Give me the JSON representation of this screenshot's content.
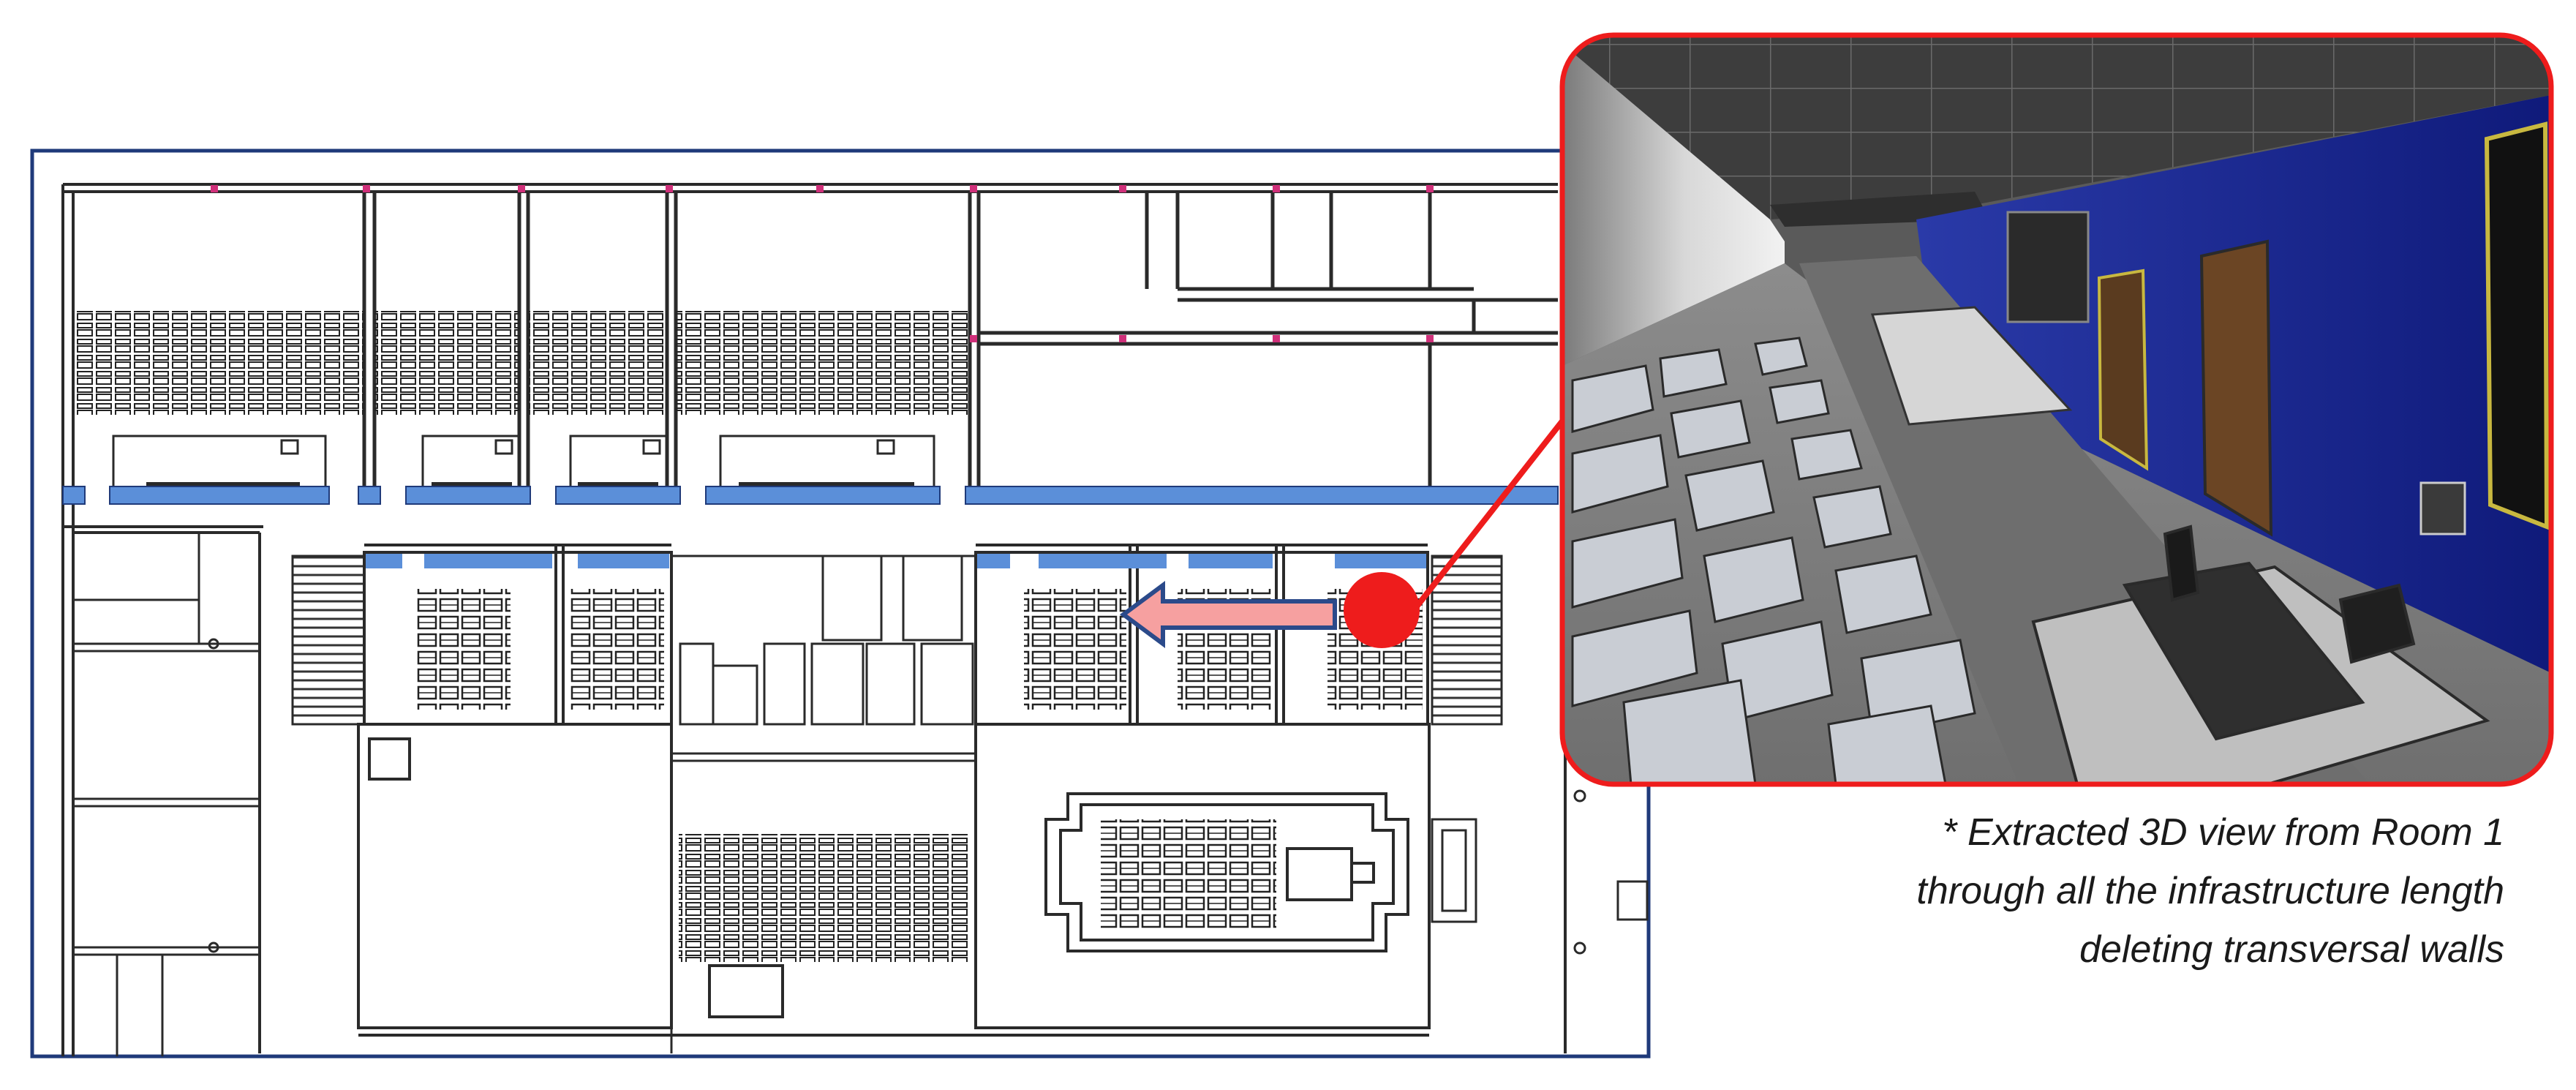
{
  "caption": {
    "line1": "* Extracted 3D view from Room 1",
    "line2": "through all the infrastructure length",
    "line3": "deleting transversal walls"
  },
  "colors": {
    "plan_frame": "#1f3a7a",
    "corridor_band": "#5b8fd9",
    "callout_red": "#ee1c1c",
    "arrow_fill": "#f6a0a0",
    "arrow_outline": "#2b4a8a",
    "wall_dark": "#2a2a2a",
    "interior_blue": "#1a2a9a"
  },
  "icons": {
    "location_marker": "red-dot-marker",
    "direction": "left-arrow"
  }
}
